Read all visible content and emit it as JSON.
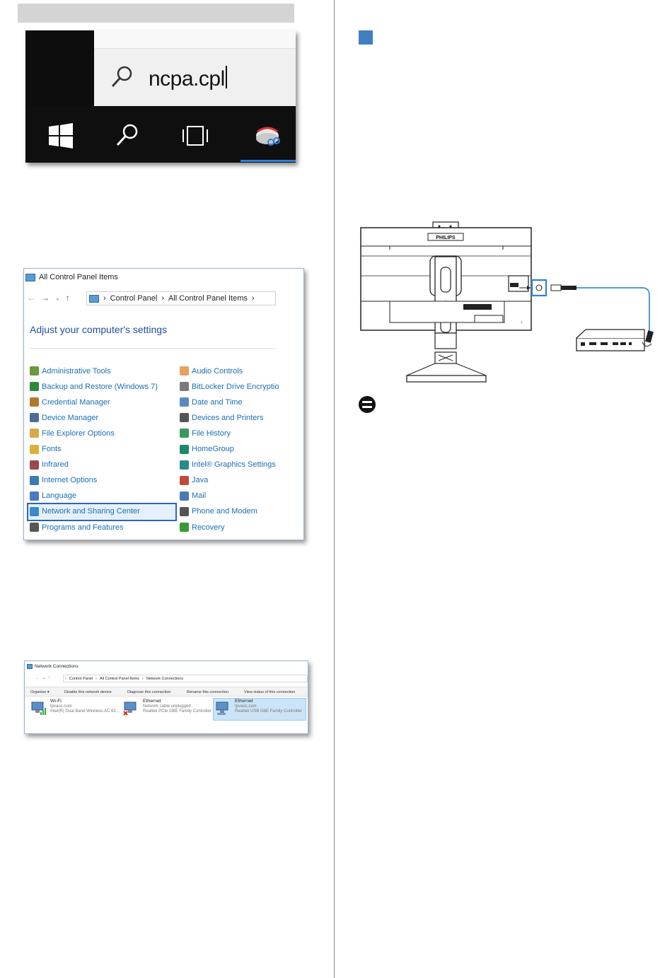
{
  "shot1": {
    "search_text": "ncpa.cpl",
    "icons": [
      "search-icon",
      "windows-start-icon",
      "search-icon",
      "task-view-icon",
      "snipping-tool-icon"
    ]
  },
  "control_panel": {
    "title": "All Control Panel Items",
    "breadcrumb": [
      "Control Panel",
      "All Control Panel Items"
    ],
    "heading": "Adjust your computer's settings",
    "left_items": [
      "Administrative Tools",
      "Backup and Restore (Windows 7)",
      "Credential Manager",
      "Device Manager",
      "File Explorer Options",
      "Fonts",
      "Infrared",
      "Internet Options",
      "Language",
      "Network and Sharing Center",
      "Programs and Features"
    ],
    "right_items": [
      "Audio Controls",
      "BitLocker Drive Encryptio",
      "Date and Time",
      "Devices and Printers",
      "File History",
      "HomeGroup",
      "Intel® Graphics Settings",
      "Java",
      "Mail",
      "Phone and Modem",
      "Recovery"
    ],
    "highlighted_item": "Network and Sharing Center",
    "highlight_color": "#2c66b5"
  },
  "network_connections": {
    "title": "Network Connections",
    "breadcrumb": [
      "Control Panel",
      "All Control Panel Items",
      "Network Connections"
    ],
    "toolbar": [
      "Organize ▾",
      "Disable this network device",
      "Diagnose this connection",
      "Rename this connection",
      "View status of this connection"
    ],
    "connections": [
      {
        "name": "Wi-Fi",
        "network": "tpvaoc.com",
        "adapter": "Intel(R) Dual Band Wireless-AC 82..."
      },
      {
        "name": "Ethernet",
        "network": "Network cable unplugged",
        "adapter": "Realtek PCIe GBE Family Controller"
      },
      {
        "name": "Ethernet",
        "network": "tpvaoc.com",
        "adapter": "Realtek USB GbE Family Controller"
      }
    ],
    "selected_index": 2
  },
  "diagram": {
    "brand": "PHILIPS",
    "cable_color": "#3f8ed6"
  },
  "accent_color": "#3f7fc1"
}
